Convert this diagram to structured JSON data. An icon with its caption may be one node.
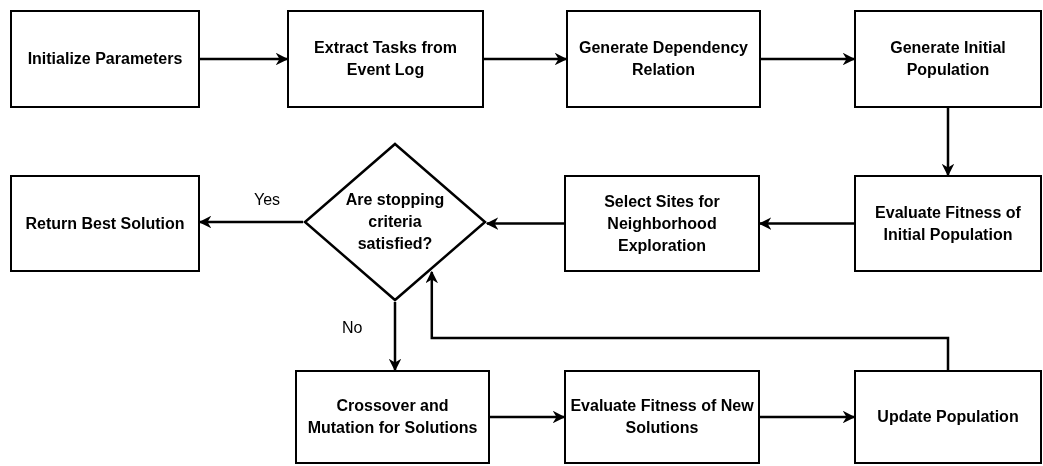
{
  "diagram": {
    "nodes": [
      {
        "text": [
          "Initialize Parameters"
        ]
      },
      {
        "text": [
          "Extract Tasks from Event Log"
        ]
      },
      {
        "text": [
          "Generate Dependency Relation"
        ]
      },
      {
        "text": [
          "Generate Initial Population"
        ]
      },
      {
        "text": [
          "Evaluate Fitness of Initial Population"
        ]
      },
      {
        "text": [
          "Select Sites for Neighborhood Exploration"
        ]
      },
      {
        "text": [
          "Are stopping criteria satisfied?"
        ]
      },
      {
        "text": [
          "Return Best Solution"
        ]
      },
      {
        "text": [
          "Crossover and Mutation for Solutions"
        ]
      },
      {
        "text": [
          "Evaluate Fitness of New Solutions"
        ]
      },
      {
        "text": [
          "Update Population"
        ]
      }
    ],
    "edges": [
      {
        "from": 0,
        "to": 1,
        "arrow": "to"
      },
      {
        "from": 1,
        "to": 2,
        "arrow": "to"
      },
      {
        "from": 2,
        "to": 3,
        "arrow": "to"
      },
      {
        "from": 3,
        "to": 4,
        "arrow": "to"
      },
      {
        "from": 4,
        "to": 5,
        "arrow": "to"
      },
      {
        "from": 5,
        "to": 6,
        "arrow": "to"
      },
      {
        "from": 6,
        "to": 7,
        "arrow": "to",
        "label": "Yes"
      },
      {
        "from": 6,
        "to": 8,
        "arrow": "to",
        "label": "No"
      },
      {
        "from": 8,
        "to": 9,
        "arrow": "to"
      },
      {
        "from": 9,
        "to": 10,
        "arrow": "to"
      },
      {
        "from": 10,
        "to": 6,
        "arrow": "to"
      }
    ]
  }
}
